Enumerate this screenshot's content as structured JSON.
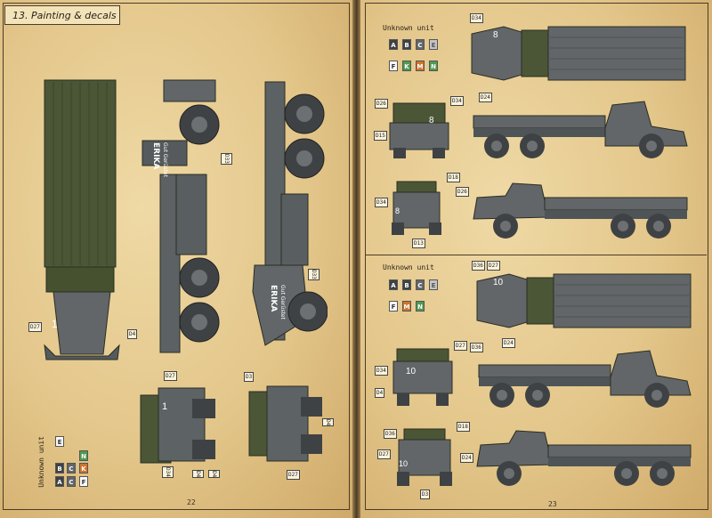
{
  "section_title": "13. Painting & decals",
  "page_left": "22",
  "page_right": "23",
  "unit_label": "Unknown unit",
  "swatch_letters": [
    "A",
    "B",
    "C",
    "E",
    "F",
    "K",
    "M",
    "N"
  ],
  "colors": {
    "grey": "#626669",
    "dark_grey": "#3e4244",
    "olive": "#4b5637",
    "canvas": "#4c5a36",
    "orange": "#d1752c",
    "green": "#4f9a52"
  },
  "vehicle_numbers": {
    "one": "1",
    "eight": "8",
    "ten": "10"
  },
  "truck_text": {
    "erika_l1": "ERIKA",
    "erika_l2": "Gut Gerüstet"
  },
  "decals": {
    "d03": "D3",
    "d04": "D4",
    "d13": "D13",
    "d15": "D15",
    "d16": "D16",
    "d18": "D18",
    "d24": "D24",
    "d26": "D26",
    "d27": "D27",
    "d33": "D33",
    "d34": "D34",
    "d36": "D36"
  }
}
